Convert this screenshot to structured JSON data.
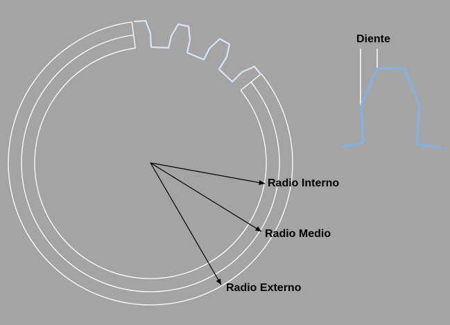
{
  "labels": {
    "tooth": "Diente",
    "inner_radius": "Radio Interno",
    "middle_radius": "Radio Medio",
    "outer_radius": "Radio Externo"
  },
  "colors": {
    "background": "#a4a4a4",
    "ring": "#ffffff",
    "tooth": "#7fb2e6",
    "arrow": "#000000"
  }
}
